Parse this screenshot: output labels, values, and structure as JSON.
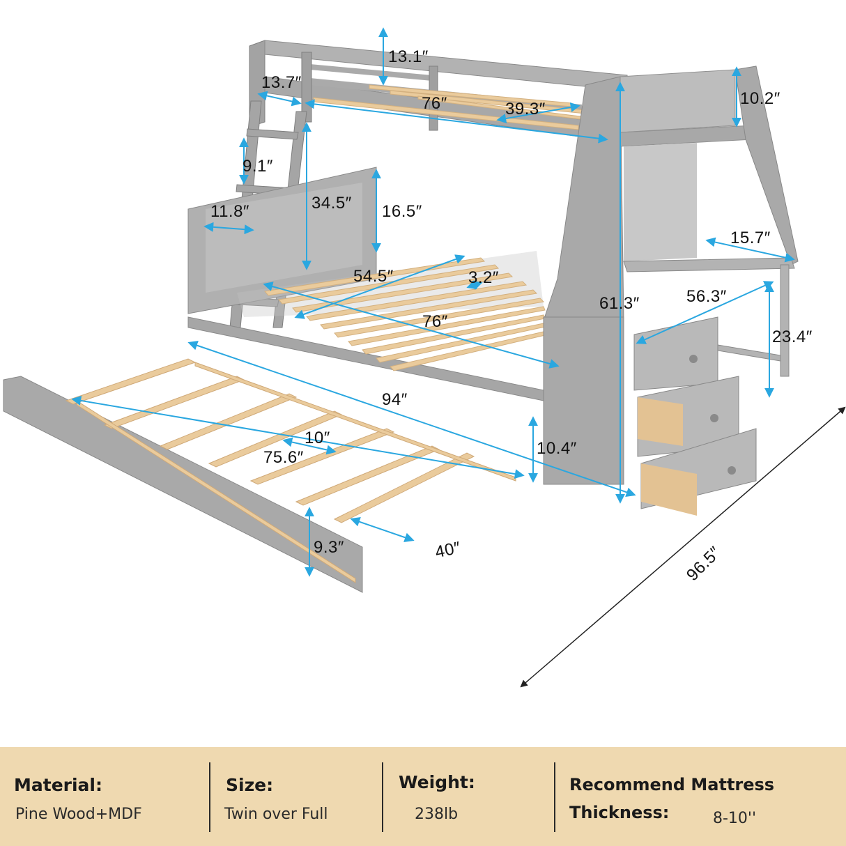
{
  "dimensions": {
    "top_rail_height": "13.1″",
    "ladder_top_width": "13.7″",
    "top_length": "76″",
    "top_width": "39.3″",
    "shelf_height": "10.2″",
    "ladder_step": "9.1″",
    "bottom_clearance": "34.5″",
    "headboard_height": "16.5″",
    "ladder_width": "11.8″",
    "desk_depth": "15.7″",
    "bottom_width": "54.5″",
    "slat_gap": "3.2″",
    "total_height": "61.3″",
    "desk_length": "56.3″",
    "bottom_length": "76″",
    "desk_height": "23.4″",
    "overall_length": "94″",
    "trundle_slat_gap": "10″",
    "trundle_clearance": "10.4″",
    "trundle_length": "75.6″",
    "trundle_height": "9.3″",
    "trundle_width": "40″",
    "overall_diagonal": "96.5″"
  },
  "specs": {
    "material_title": "Material:",
    "material_value": "Pine Wood+MDF",
    "size_title": "Size:",
    "size_value": "Twin over Full",
    "weight_title": "Weight:",
    "weight_value": "238lb",
    "mattress_title_1": "Recommend Mattress",
    "mattress_title_2": "Thickness:",
    "mattress_value": "8-10''"
  },
  "colors": {
    "frame_gray": "#9a9a9a",
    "wood": "#eacb9c",
    "arrow_blue": "#2aa7e0",
    "band_tan": "#efd9b0"
  }
}
